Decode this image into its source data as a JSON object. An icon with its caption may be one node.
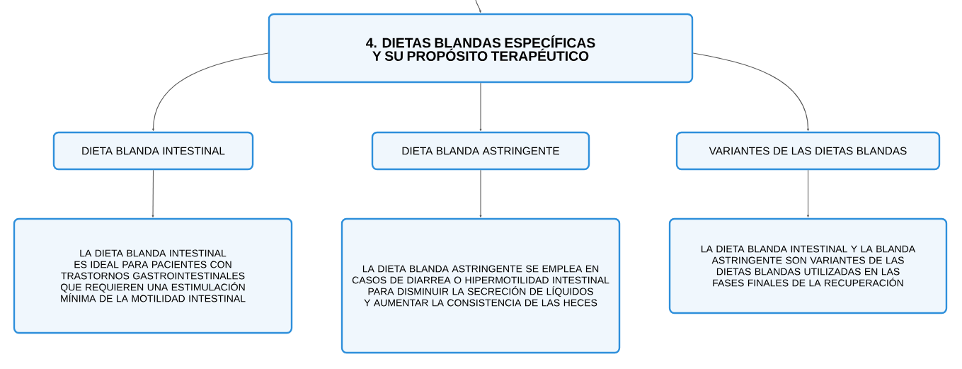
{
  "diagram": {
    "nodes": [
      {
        "text": [
          "4. DIETAS BLANDAS ESPECÍFICAS Y SU PROPÓSITO TERAPÉUTICO"
        ]
      },
      {
        "text": [
          "DIETA BLANDA INTESTINAL"
        ]
      },
      {
        "text": [
          "DIETA BLANDA ASTRINGENTE"
        ]
      },
      {
        "text": [
          "VARIANTES DE LAS DIETAS BLANDAS"
        ]
      },
      {
        "text": [
          "LA DIETA BLANDA INTESTINAL ES IDEAL PARA PACIENTES CON TRASTORNOS GASTROINTESTINALES QUE REQUIEREN UNA ESTIMULACIÓN MÍNIMA DE LA MOTILIDAD INTESTINAL"
        ]
      },
      {
        "text": [
          "LA DIETA BLANDA ASTRINGENTE SE EMPLEA EN CASOS DE DIARREA O HIPERMOTILIDAD INTESTINAL PARA DISMINUIR LA SECRECIÓN DE LÍQUIDOS Y AUMENTAR LA CONSISTENCIA DE LAS HECES"
        ]
      },
      {
        "text": [
          "LA DIETA BLANDA INTESTINAL Y LA BLANDA ASTRINGENTE SON VARIANTES DE LAS DIETAS BLANDAS UTILIZADAS EN LAS FASES FINALES DE LA RECUPERACIÓN"
        ]
      }
    ],
    "edges": [
      {
        "from": null,
        "to": 0,
        "arrow": "to"
      },
      {
        "from": 0,
        "to": 1,
        "arrow": "to"
      },
      {
        "from": 0,
        "to": 2,
        "arrow": "to"
      },
      {
        "from": 0,
        "to": 3,
        "arrow": "to"
      },
      {
        "from": 1,
        "to": 4,
        "arrow": "to"
      },
      {
        "from": 2,
        "to": 5,
        "arrow": "to"
      },
      {
        "from": 3,
        "to": 6,
        "arrow": "to"
      }
    ]
  }
}
